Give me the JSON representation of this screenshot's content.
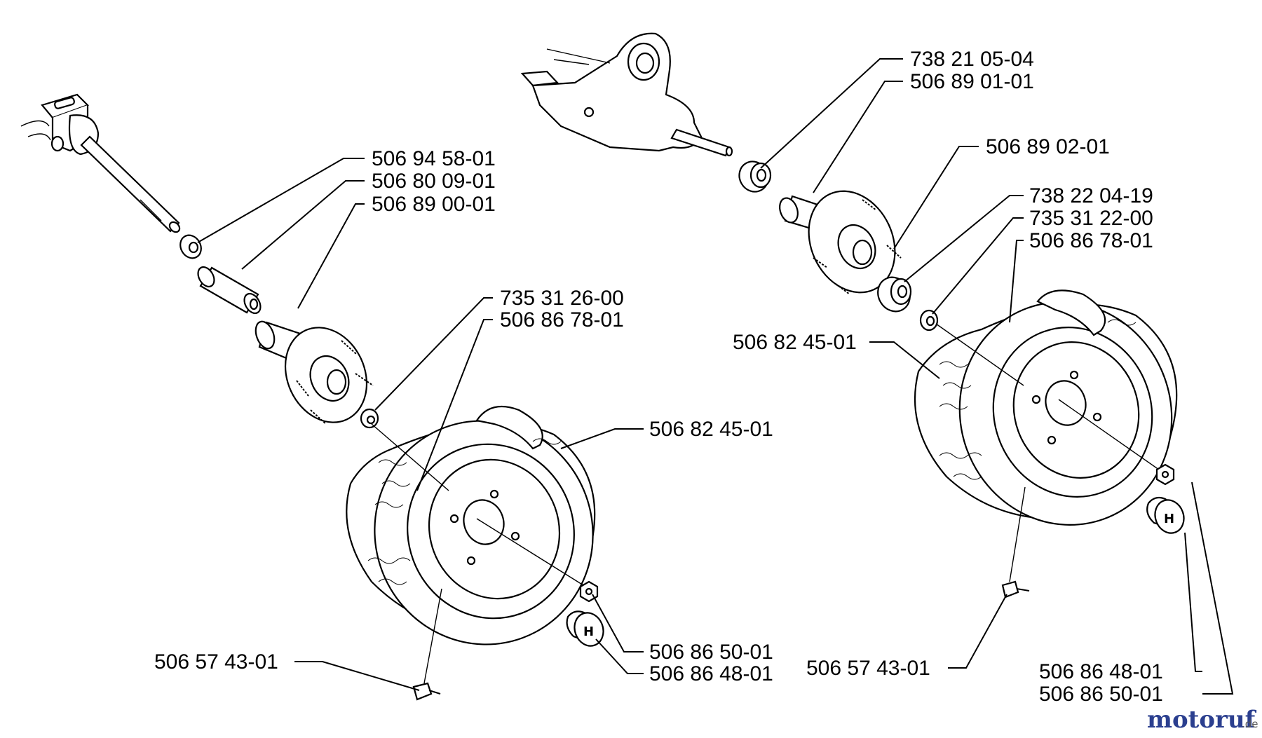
{
  "left_assembly": {
    "labels": {
      "washer": "506 94 58-01",
      "spacer": "506 80 09-01",
      "hub": "506 89 00-01",
      "lock_washer": "735 31 26-00",
      "flat_washer": "506 86 78-01",
      "wheel": "506 82 45-01",
      "nut": "506 86 50-01",
      "cap": "506 86 48-01",
      "valve": "506 57 43-01"
    }
  },
  "right_assembly": {
    "labels": {
      "washer": "738 21 05-04",
      "hub": "506 89 01-01",
      "stud": "506 89 02-01",
      "bearing": "738 22 04-19",
      "lock_washer": "735 31 22-00",
      "flat_washer": "506 86 78-01",
      "wheel": "506 82 45-01",
      "valve": "506 57 43-01",
      "cap": "506 86 48-01",
      "nut": "506 86 50-01"
    }
  },
  "watermark": {
    "brand": "motoruf",
    "suffix": ".de",
    "brand_color": "#2b3f8f"
  }
}
